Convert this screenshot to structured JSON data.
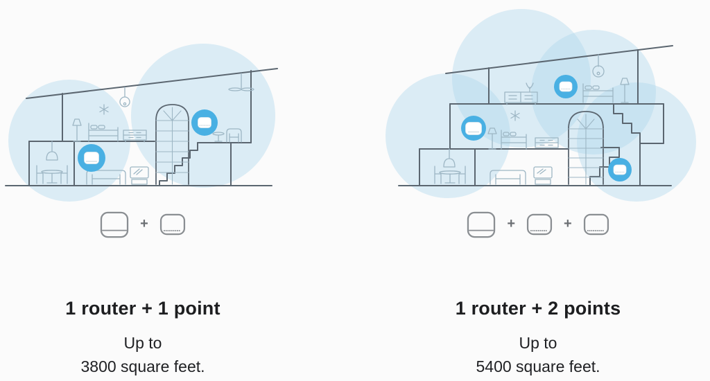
{
  "page": {
    "background": "#fbfbfb"
  },
  "colors": {
    "accent_blue": "#49b0e3",
    "coverage_blue": "#aed6ec",
    "wall_outline": "#5b6670",
    "furniture_outline": "#9db6c4",
    "title_text": "#1d1e20"
  },
  "options": [
    {
      "id": "left",
      "title": "1 router + 1 point",
      "capacity_line1": "Up to",
      "capacity_line2": "3800 square feet.",
      "plus": "+",
      "devices": [
        "router",
        "point"
      ]
    },
    {
      "id": "right",
      "title": "1 router + 2 points",
      "capacity_line1": "Up to",
      "capacity_line2": "5400 square feet.",
      "plus": "+",
      "devices": [
        "router",
        "point",
        "point"
      ]
    }
  ]
}
